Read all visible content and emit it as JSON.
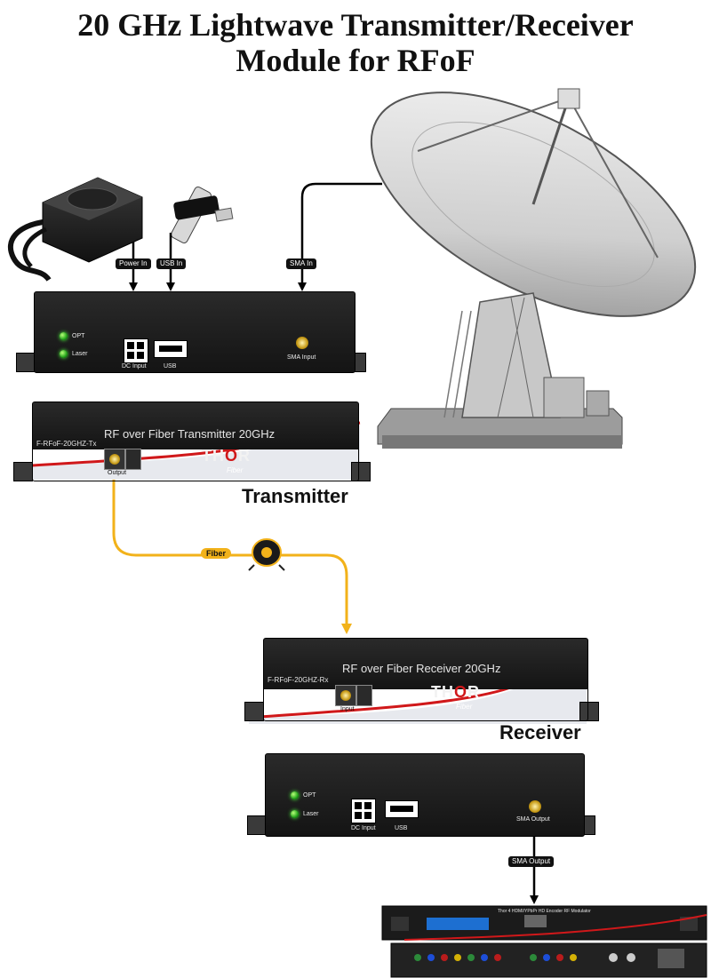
{
  "title": {
    "line1": "20 GHz Lightwave Transmitter/Receiver",
    "line2": "Module for RFoF"
  },
  "connectors": {
    "power_in": "Power In",
    "usb_in": "USB In",
    "sma_in": "SMA In",
    "fiber": "Fiber",
    "sma_output": "SMA Output"
  },
  "transmitter": {
    "rear": {
      "led_opt": "OPT",
      "led_laser": "Laser",
      "dc_input": "DC Input",
      "usb": "USB",
      "sma_input": "SMA Input"
    },
    "front": {
      "title": "RF over Fiber Transmitter 20GHz",
      "model": "F-RFoF-20GHZ-Tx",
      "port": "Output",
      "brand_main": "THOR",
      "brand_sub": "Fiber"
    },
    "label": "Transmitter"
  },
  "receiver": {
    "front": {
      "title": "RF over Fiber Receiver 20GHz",
      "model": "F-RFoF-20GHZ-Rx",
      "port": "Input",
      "brand_main": "THOR",
      "brand_sub": "Fiber"
    },
    "label": "Receiver",
    "rear": {
      "led_opt": "OPT",
      "led_laser": "Laser",
      "dc_input": "DC Input",
      "usb": "USB",
      "sma_output": "SMA Output"
    }
  },
  "encoder": {
    "title": "Thor 4 HDMI/YPbPr HD Encoder RF Modulator"
  },
  "colors": {
    "fiber": "#f2b21a",
    "cable": "#000000",
    "box": "#1c1c1c",
    "led": "#22a41a",
    "swoosh": "#d0181a"
  }
}
